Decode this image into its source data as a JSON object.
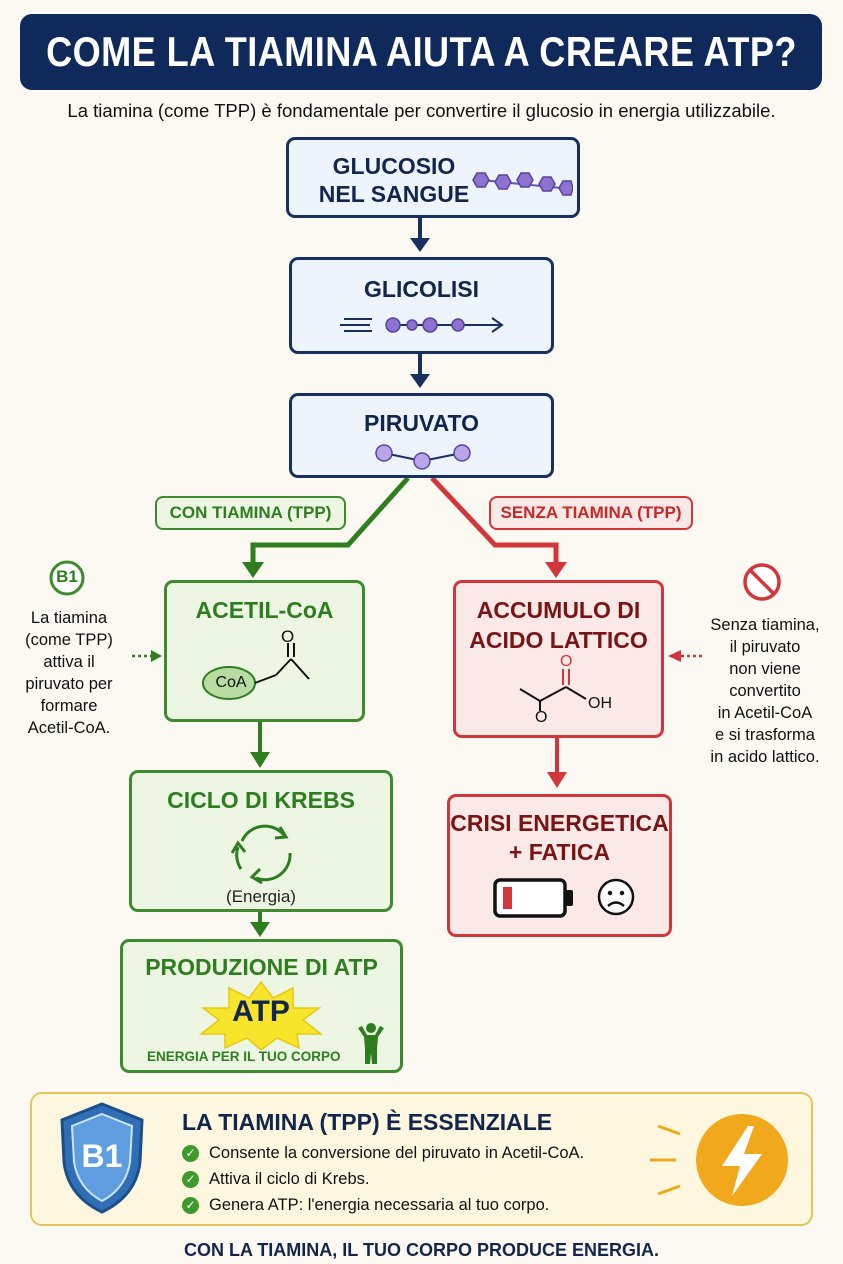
{
  "header": {
    "title": "COME LA TIAMINA AIUTA A CREARE ATP?",
    "subtitle": "La tiamina (come TPP) è fondamentale per convertire il glucosio in energia utilizzabile."
  },
  "flow": {
    "glucose": "GLUCOSIO\nNEL SANGUE",
    "glycolysis": "GLICOLISI",
    "pyruvate": "PIRUVATO"
  },
  "branches": {
    "with": {
      "label": "CON TIAMINA (TPP)",
      "acetyl": "ACETIL-CoA",
      "coa": "CoA",
      "krebs": "CICLO DI KREBS",
      "energia": "(Energia)",
      "atp_title": "PRODUZIONE DI ATP",
      "atp": "ATP",
      "atp_caption": "ENERGIA PER IL TUO CORPO"
    },
    "without": {
      "label": "SENZA TIAMINA (TPP)",
      "lactic": "ACCUMULO DI\nACIDO LATTICO",
      "crisis": "CRISI ENERGETICA\n+ FATICA",
      "oh": "OH",
      "o": "O"
    }
  },
  "notes": {
    "left_badge": "B1",
    "left": "La tiamina\n(come TPP)\nattiva il\npiruvato per\nformare\nAcetil-CoA.",
    "right": "Senza tiamina,\nil piruvato\nnon viene\nconvertito\nin Acetil-CoA\ne si trasforma\nin acido lattico."
  },
  "essential": {
    "badge": "B1",
    "title": "LA TIAMINA (TPP) È ESSENZIALE",
    "items": [
      "Consente la conversione del piruvato in Acetil-CoA.",
      "Attiva il ciclo di Krebs.",
      "Genera ATP: l'energia necessaria al tuo corpo."
    ]
  },
  "footer": "CON LA TIAMINA, IL TUO CORPO PRODUCE ENERGIA.",
  "colors": {
    "navy": "#0f2a5a",
    "green": "#3d8a2f",
    "red": "#d2363a",
    "purple": "#8d72d0",
    "gold": "#f2a81c"
  }
}
